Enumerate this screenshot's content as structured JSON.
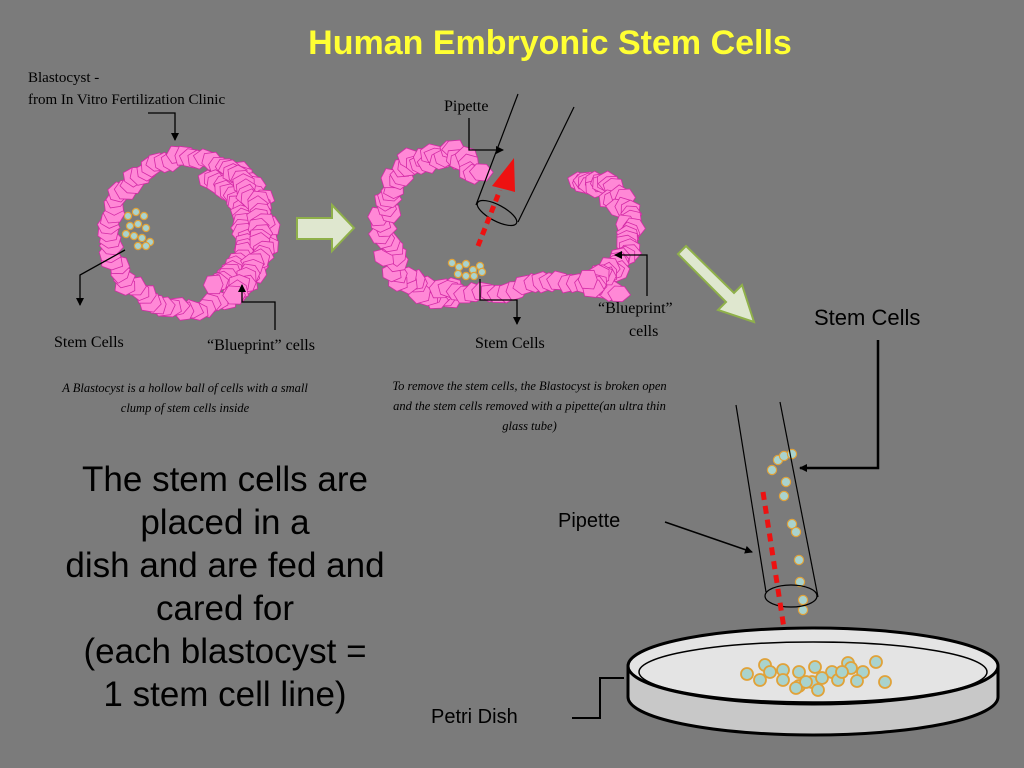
{
  "title": "Human Embryonic Stem Cells",
  "labels": {
    "blastocyst_line1": "Blastocyst -",
    "blastocyst_line2": "from In Vitro Fertilization Clinic",
    "stem_cells_1": "Stem Cells",
    "blueprint_cells_1": "“Blueprint” cells",
    "pipette_top": "Pipette",
    "blueprint_cells_2_line1": "“Blueprint”",
    "blueprint_cells_2_line2": "cells",
    "stem_cells_2": "Stem Cells",
    "stem_cells_3": "Stem Cells",
    "pipette_bottom": "Pipette",
    "petri_dish": "Petri Dish"
  },
  "captions": {
    "caption1": "A Blastocyst is a hollow ball of cells with a small clump of stem cells inside",
    "caption2": "To remove the stem cells, the Blastocyst is broken open and the stem cells removed with a pipette(an ultra thin glass tube)"
  },
  "main_text": [
    "The stem cells are",
    "placed in a",
    "dish and are fed and",
    "cared for",
    "(each blastocyst =",
    "1 stem cell line)"
  ],
  "colors": {
    "background": "#7b7b7b",
    "title": "#ffff33",
    "blueprint_cell_fill": "#ff88d6",
    "blueprint_cell_stroke": "#d42aa6",
    "stem_cell_fill": "#a9d3ce",
    "stem_cell_ring": "#e0a23a",
    "pipette_arrow": "#ee1111",
    "flow_arrow_fill": "#dfe7cf",
    "flow_arrow_stroke": "#8fb04a",
    "dish_fill": "#e4e4e4"
  }
}
